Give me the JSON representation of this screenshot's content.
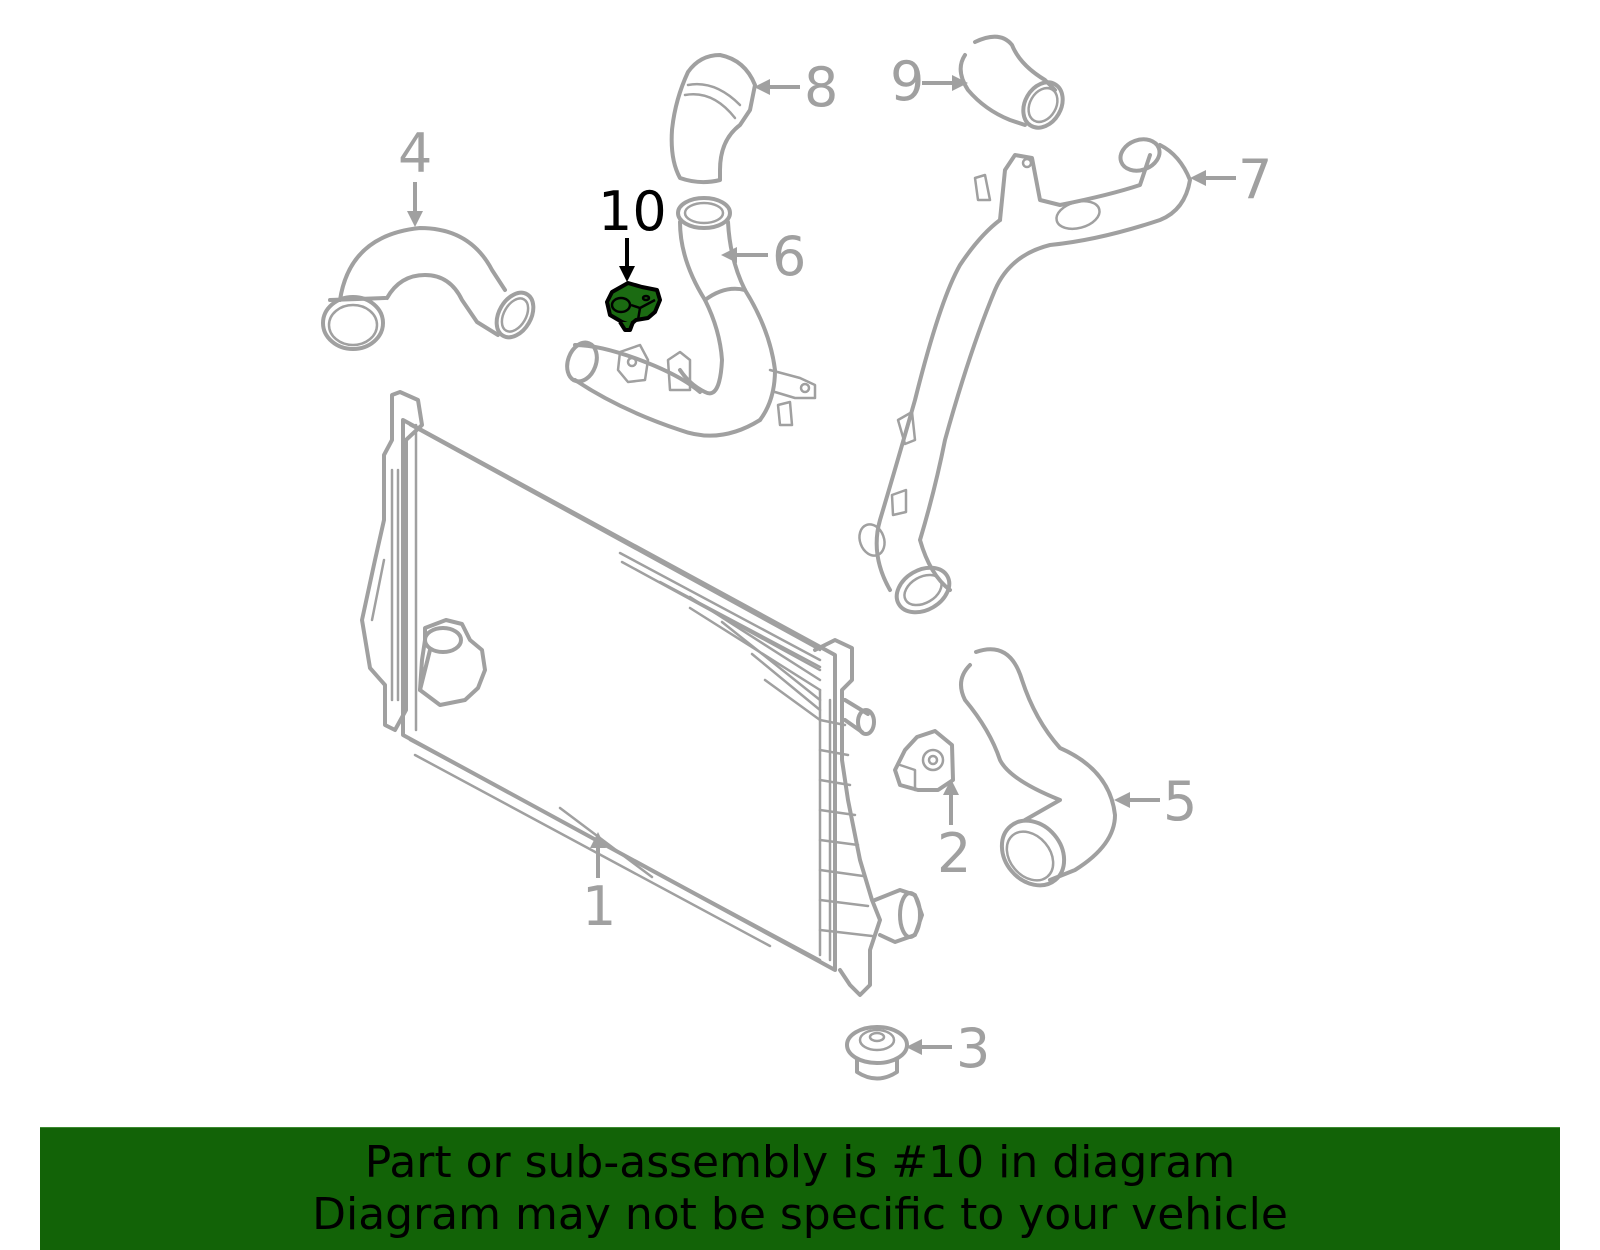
{
  "diagram": {
    "title": "Intercooler and charge air pipes parts diagram",
    "highlighted_part": "10",
    "highlight_color": "#1b6b12",
    "line_color": "#a0a0a0",
    "callouts": [
      {
        "number": "1",
        "part": "intercooler"
      },
      {
        "number": "2",
        "part": "bracket"
      },
      {
        "number": "3",
        "part": "plug"
      },
      {
        "number": "4",
        "part": "upper-hose"
      },
      {
        "number": "5",
        "part": "lower-hose"
      },
      {
        "number": "6",
        "part": "inlet-pipe"
      },
      {
        "number": "7",
        "part": "outlet-pipe"
      },
      {
        "number": "8",
        "part": "elbow-hose"
      },
      {
        "number": "9",
        "part": "short-hose"
      },
      {
        "number": "10",
        "part": "pressure-sensor",
        "highlighted": true
      }
    ]
  },
  "banner": {
    "background": "#126307",
    "line1": "Part or sub-assembly is #10 in diagram",
    "line2": "Diagram may not be specific to your vehicle"
  }
}
